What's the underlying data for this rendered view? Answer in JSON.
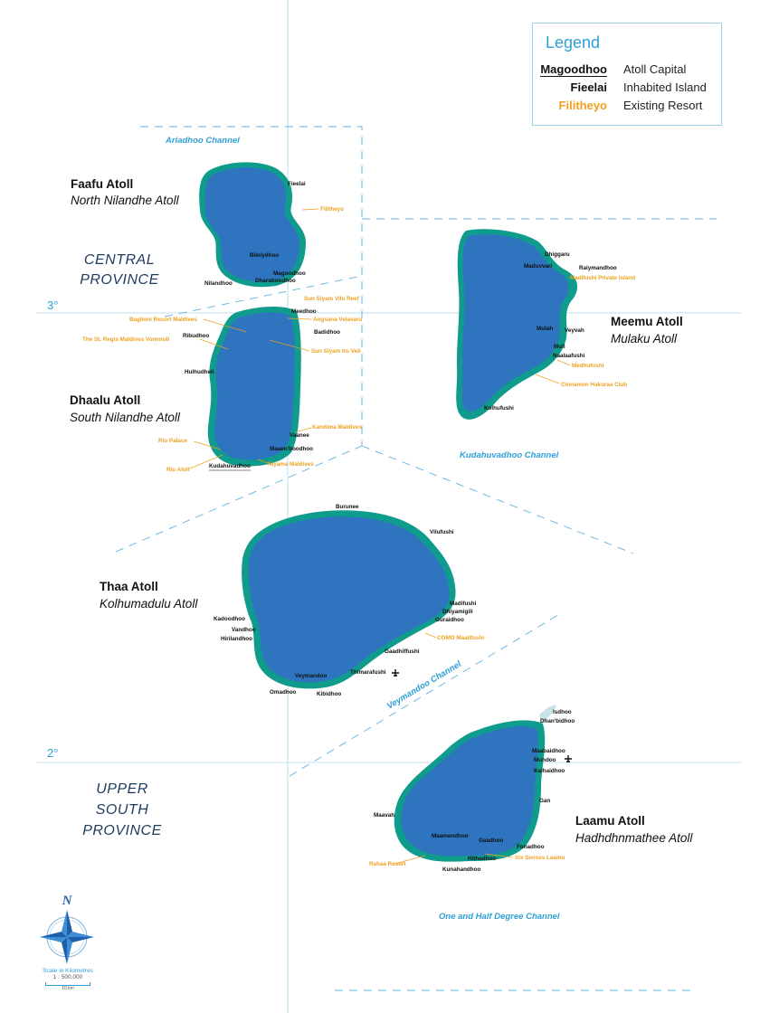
{
  "legend": {
    "title": "Legend",
    "rows": [
      {
        "sample": "Magoodhoo",
        "desc": "Atoll Capital"
      },
      {
        "sample": "Fieelai",
        "desc": "Inhabited Island"
      },
      {
        "sample": "Filitheyo",
        "desc": "Existing Resort"
      }
    ]
  },
  "colors": {
    "lagoon": "#2e74bf",
    "reef": "#0f9c8c",
    "resort": "#f0a020",
    "channel": "#2ea0d8"
  },
  "latitudes": {
    "north": "3°",
    "south": "2°"
  },
  "provinces": {
    "central": [
      "CENTRAL",
      "PROVINCE"
    ],
    "upper_south": [
      "UPPER",
      "SOUTH",
      "PROVINCE"
    ]
  },
  "channels": {
    "ariadhoo": "Ariadhoo Channel",
    "kudahuvadhoo": "Kudahuvadhoo Channel",
    "veymandoo": "Veymandoo Channel",
    "one_half_degree": "One and Half Degree Channel"
  },
  "atolls": {
    "faafu": {
      "title": "Faafu Atoll",
      "subtitle": "North Nilandhe Atoll",
      "islands": {
        "fieelai": "Fieelai",
        "bileiydhoo": "Bileiydhoo",
        "magoodhoo": "Magoodhoo",
        "nilandhoo": "Nilandhoo",
        "dharaboodhoo": "Dharaboodhoo"
      },
      "resorts": {
        "filitheyo": "Filitheyo"
      }
    },
    "dhaalu": {
      "title": "Dhaalu Atoll",
      "subtitle": "South Nilandhe Atoll",
      "islands": {
        "meedhoo": "Meedhoo",
        "ribudhoo": "Ribudhoo",
        "badidhoo": "Badidhoo",
        "hulhudheli": "Hulhudheli",
        "vaanee": "Vaanee",
        "maaenboodhoo": "Maaen'boodhoo",
        "kudahuvadhoo": "Kudahuvadhoo"
      },
      "resorts": {
        "sun_siyam_vilu_reef": "Sun Siyam Vilu Reef",
        "angsana": "Angsana Velavaru",
        "baglioni": "Baglioni Resort Maldives",
        "st_regis": "The St. Regis Maldives Vommuli",
        "iru_veli": "Sun Siyam Iru Veli",
        "kandima": "Kandima Maldives",
        "riu_palace": "Riu Palace",
        "niyama": "Niyama Maldives",
        "riu_atoll": "Riu Atoll"
      }
    },
    "meemu": {
      "title": "Meemu Atoll",
      "subtitle": "Mulaku Atoll",
      "islands": {
        "dhiggaru": "Dhiggaru",
        "maduvvari": "Maduvvari",
        "raiymandhoo": "Raiymandhoo",
        "mulah": "Mulah",
        "veyvah": "Veyvah",
        "muli": "Muli",
        "naalaafushi": "Naalaafushi",
        "kolhufushi": "Kolhufushi"
      },
      "resorts": {
        "madifushi": "Madifushi Private Island",
        "medhufushi": "Medhufushi",
        "cinnamon": "Cinnamon Hakuraa Club"
      }
    },
    "thaa": {
      "title": "Thaa Atoll",
      "subtitle": "Kolhumadulu Atoll",
      "islands": {
        "burunee": "Burunee",
        "vilufushi": "Vilufushi",
        "madifushi": "Madifushi",
        "dhiyamigili": "Dhiyamigili",
        "guraidhoo": "Guraidhoo",
        "kadoodhoo": "Kadoodhoo",
        "vandhoo": "Vandhoo",
        "hirilandhoo": "Hirilandhoo",
        "gaadhiffushi": "Gaadhiffushi",
        "veymandoo": "Veymandoo",
        "thimarafushi": "Thimarafushi",
        "omadhoo": "Omadhoo",
        "kibidhoo": "Kibidhoo"
      },
      "resorts": {
        "como": "COMO Maalifushi"
      }
    },
    "laamu": {
      "title": "Laamu Atoll",
      "subtitle": "Hadhdhnmathee Atoll",
      "islands": {
        "isdhoo": "Isdhoo",
        "dhanbidhoo": "Dhan'bidhoo",
        "maabaidhoo": "Maabaidhoo",
        "mundoo": "Mundoo",
        "kalhaidhoo": "Kalhaidhoo",
        "gan": "Gan",
        "maavah": "Maavah",
        "maamendhoo": "Maamendhoo",
        "gaadhoo": "Gaadhoo",
        "fonadhoo": "Fonadhoo",
        "hithadhoo": "Hithadhoo",
        "kunahandhoo": "Kunahandhoo"
      },
      "resorts": {
        "six_senses": "Six Senses Laamu",
        "rahaa": "Rahaa Resort"
      }
    }
  },
  "compass": {
    "north": "N"
  },
  "scale": {
    "title": "Scale in Kilometres",
    "ratio": "1 : 500,000",
    "bar": "10 km"
  }
}
